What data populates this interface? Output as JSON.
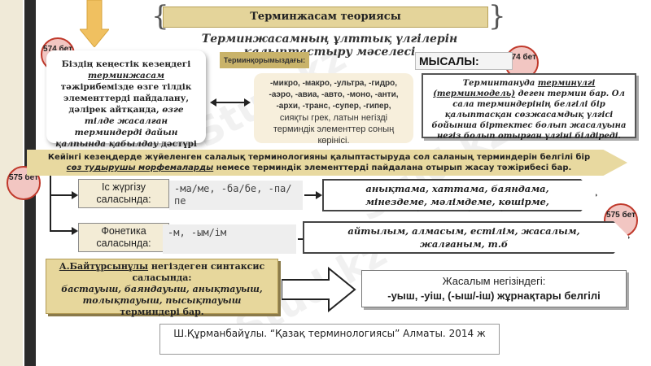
{
  "title": "Терминжасам теориясы",
  "subtitle": "Терминжасамның ұлттық үлгілерін қалыптастыру мәселесі",
  "badges": {
    "b1": "574 бет",
    "b2": "574 бет",
    "b3": "575 бет",
    "b4": "575 бет"
  },
  "box1": {
    "t1": "Біздің кеңестік кезеңдегі ",
    "t2": "терминжасам",
    "t3": " тәжірибемізде өзге тілдік элементтерді пайдалану, дәлірек айтқанда, ",
    "t4": "өзге тілде жасалған терминдерді дайын қалпында қабылдау",
    "t5": " дәстүрі орныға бастаған еді."
  },
  "tag": "Терминқорымыздағы:",
  "prefixes": {
    "list": "-микро, -макро, -ультра, -гидро, -аэро, -авиа, -авто, -моно, -анти, -архи, -транс, -супер, -гипер,",
    "note": "сияқты грек, латын негізді терминдік элементтер соның көрінісі."
  },
  "mysaly": "МЫСАЛЫ:",
  "box2": {
    "t1": "Терминтануда ",
    "t2": "терминүлгі (терминмодель)",
    "t3": " деген термин бар. Ол сала терминдерінің белгілі бір қалыптасқан сөзжасамдық үлгісі бойынша біртектес болып жасалуына негіз болып отырған үлгіні білдіреді."
  },
  "banner": {
    "t1": "Кейінгі кезеңдерде жүйеленген салалық терминологияны қалыптастыруда сол саланың терминдерін белгілі бір ",
    "t2": "сөз тудырушы морфемаларды",
    "t3": " немесе терминдік элементтерді пайдалана отырып жасау тәжірибесі бар."
  },
  "rows": {
    "office": {
      "label": "Іс жүргізу саласында:",
      "suffixes": "-ма/ме, -ба/бе, -па/пе",
      "examples": "анықтама, хаттама, баяндама, мінездеме, мәлімдеме, көшірме, баянжазба, т.б"
    },
    "phonetics": {
      "label": "Фонетика саласында:",
      "suffixes": "-м, -ым/ім",
      "examples": "айтылым, алмасым, естілім, жасалым, жалғаным, т.б"
    }
  },
  "syntax": {
    "author": "А.Байтұрсынұлы",
    "t1": " негіздеген синтаксис саласында:",
    "t2": "бастауыш, баяндауыш, анықтауыш, толықтауыш, пысықтауыш",
    "t3": " терминдері бар."
  },
  "result": {
    "line1": "Жасалым негізіндегі:",
    "line2": "-уыш, -уіш, (-ыш/-іш) жұрнақтары белгілі"
  },
  "citation": "Ш.Құрманбайұлы. “Қазақ терминологиясы” Алматы. 2014 ж",
  "watermark": "Stud.kz",
  "colors": {
    "accent": "#e8d9a0",
    "badge_border": "#c0392b",
    "arrow": "#f0c060"
  }
}
